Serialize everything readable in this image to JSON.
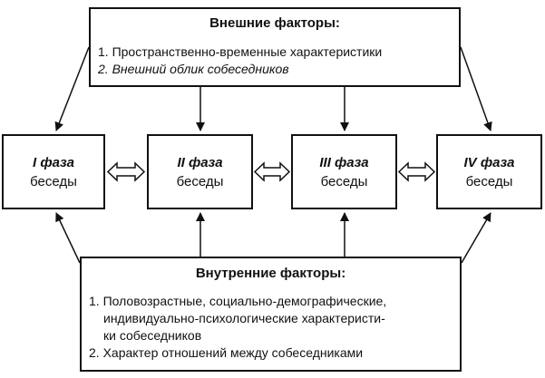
{
  "external_factors": {
    "heading": "Внешние факторы:",
    "items": [
      "1. Пространственно-временные характеристики",
      "2. Внешний облик собеседников"
    ]
  },
  "phases": [
    {
      "title": "I фаза",
      "subtitle": "беседы"
    },
    {
      "title": "II фаза",
      "subtitle": "беседы"
    },
    {
      "title": "III фаза",
      "subtitle": "беседы"
    },
    {
      "title": "IV фаза",
      "subtitle": "беседы"
    }
  ],
  "internal_factors": {
    "heading": "Внутренние факторы:",
    "item1_lines": [
      "1. Половозрастные, социально-демографические,",
      "индивидуально-психологические характеристи-",
      "ки собеседников"
    ],
    "item2": "2. Характер отношений между собеседниками"
  }
}
